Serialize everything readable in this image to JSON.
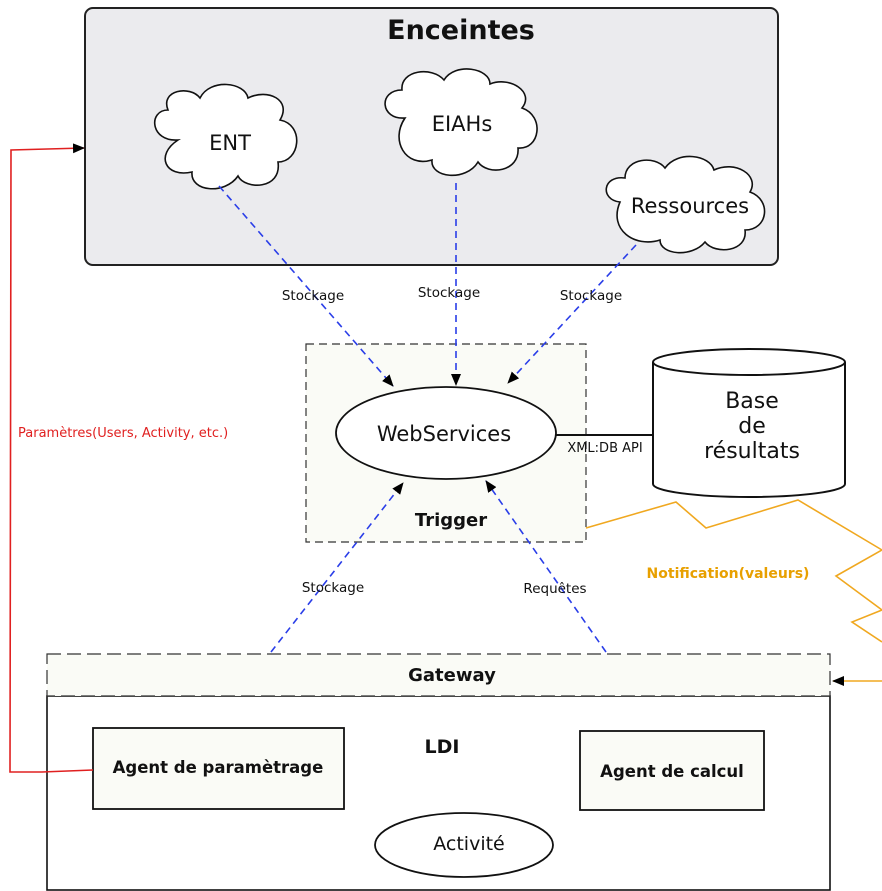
{
  "enceintes": {
    "title": "Enceintes",
    "clouds": {
      "ent": "ENT",
      "eiahs": "EIAHs",
      "ressources": "Ressources"
    }
  },
  "edges": {
    "stockage_ent": "Stockage",
    "stockage_eiahs": "Stockage",
    "stockage_ressources": "Stockage",
    "stockage_gateway": "Stockage",
    "requetes": "Requêtes",
    "xmldb": "XML:DB API",
    "parametres": "Paramètres(Users, Activity, etc.)",
    "notification": "Notification(valeurs)"
  },
  "trigger": {
    "webservices": "WebServices",
    "label": "Trigger"
  },
  "database": {
    "line1": "Base",
    "line2": "de",
    "line3": "résultats"
  },
  "ldi": {
    "gateway": "Gateway",
    "title": "LDI",
    "agent_parametrage": "Agent de paramètrage",
    "agent_calcul": "Agent de calcul",
    "activite": "Activité"
  },
  "colors": {
    "panel_fill": "#ebebee",
    "box_fill": "#fafbf6",
    "dashed_blue": "#2a3ee8",
    "feedback_red": "#e02020",
    "notify_orange": "#f0a820",
    "notify_text": "#e8a000"
  }
}
